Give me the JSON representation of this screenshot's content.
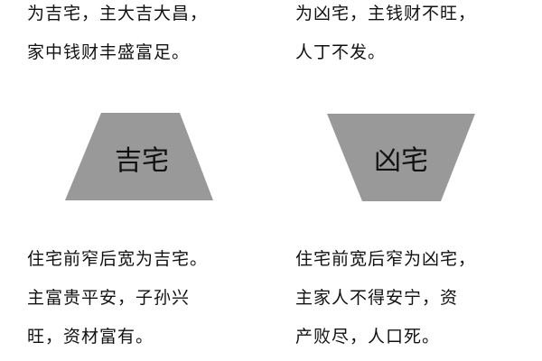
{
  "top_left": [
    "为吉宅，主大吉大昌，",
    "家中钱财丰盛富足。"
  ],
  "top_right": [
    "为凶宅，主钱财不旺，",
    "人丁不发。"
  ],
  "shapes": {
    "good_label": "吉宅",
    "bad_label": "凶宅",
    "fill": "#999999"
  },
  "bottom_left": [
    "住宅前窄后宽为吉宅。",
    "主富贵平安，子孙兴",
    "旺，资材富有。"
  ],
  "bottom_right": [
    "住宅前宽后窄为凶宅，",
    "主家人不得安宁，资",
    "产败尽，人口死。"
  ]
}
